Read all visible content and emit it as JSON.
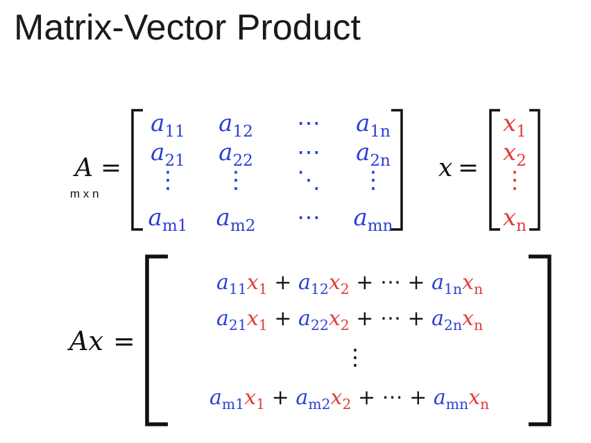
{
  "title": "Matrix-Vector Product",
  "colors": {
    "coefficient": "#2a3fd6",
    "variable": "#e23a3a",
    "text": "#111111"
  },
  "matrixA": {
    "lhs": "A",
    "dims": "m x n",
    "equals": "=",
    "rows": [
      [
        "a",
        "11",
        "a",
        "12",
        "⋯",
        "a",
        "1n"
      ],
      [
        "a",
        "21",
        "a",
        "22",
        "⋯",
        "a",
        "2n"
      ],
      [
        "⋮",
        "",
        "⋮",
        "",
        "⋱",
        "⋮",
        ""
      ],
      [
        "a",
        "m1",
        "a",
        "m2",
        "⋯",
        "a",
        "mn"
      ]
    ],
    "cells": [
      [
        {
          "b": "a",
          "s": "11"
        },
        {
          "b": "a",
          "s": "12"
        },
        {
          "b": "⋯",
          "s": ""
        },
        {
          "b": "a",
          "s": "1n"
        }
      ],
      [
        {
          "b": "a",
          "s": "21"
        },
        {
          "b": "a",
          "s": "22"
        },
        {
          "b": "⋯",
          "s": ""
        },
        {
          "b": "a",
          "s": "2n"
        }
      ],
      [
        {
          "b": "⋮",
          "s": ""
        },
        {
          "b": "⋮",
          "s": ""
        },
        {
          "b": "⋱",
          "s": ""
        },
        {
          "b": "⋮",
          "s": ""
        }
      ],
      [
        {
          "b": "a",
          "s": "m1"
        },
        {
          "b": "a",
          "s": "m2"
        },
        {
          "b": "⋯",
          "s": ""
        },
        {
          "b": "a",
          "s": "mn"
        }
      ]
    ]
  },
  "vectorX": {
    "lhs": "x",
    "equals": "=",
    "cells": [
      {
        "b": "x",
        "s": "1"
      },
      {
        "b": "x",
        "s": "2"
      },
      {
        "b": "⋮",
        "s": ""
      },
      {
        "b": "x",
        "s": "n"
      }
    ]
  },
  "product": {
    "lhs": "Ax",
    "equals": "=",
    "rows": [
      [
        {
          "c": "a",
          "cs": "11",
          "v": "x",
          "vs": "1"
        },
        {
          "c": "a",
          "cs": "12",
          "v": "x",
          "vs": "2"
        },
        {
          "c": "a",
          "cs": "1n",
          "v": "x",
          "vs": "n"
        }
      ],
      [
        {
          "c": "a",
          "cs": "21",
          "v": "x",
          "vs": "1"
        },
        {
          "c": "a",
          "cs": "22",
          "v": "x",
          "vs": "2"
        },
        {
          "c": "a",
          "cs": "2n",
          "v": "x",
          "vs": "n"
        }
      ],
      [
        {
          "c": "a",
          "cs": "m1",
          "v": "x",
          "vs": "1"
        },
        {
          "c": "a",
          "cs": "m2",
          "v": "x",
          "vs": "2"
        },
        {
          "c": "a",
          "cs": "mn",
          "v": "x",
          "vs": "n"
        }
      ]
    ],
    "plus": "+",
    "cdots": "⋯",
    "vdots": "⋮"
  }
}
